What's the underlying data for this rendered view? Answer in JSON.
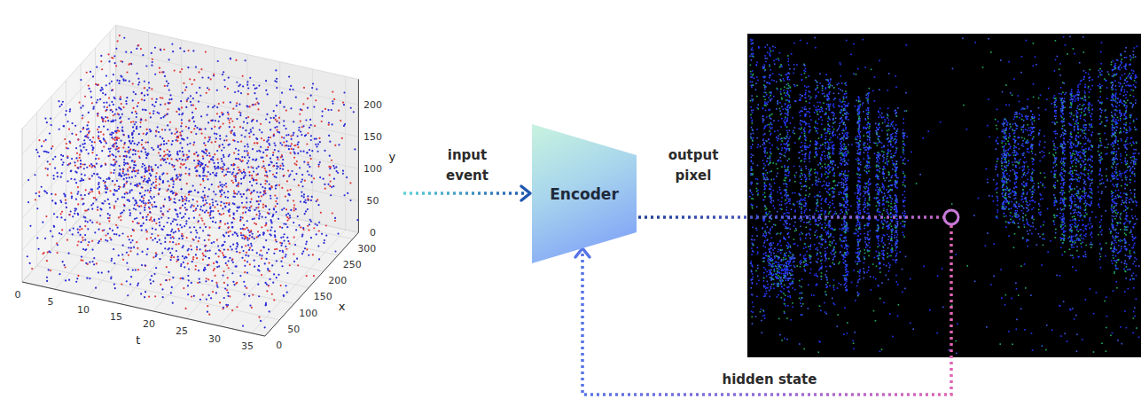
{
  "diagram": {
    "nodes": [
      {
        "text": [
          "Encoder"
        ]
      }
    ],
    "labels": [
      "input event",
      "output pixel",
      "hidden state",
      "t",
      "x",
      "y",
      "0",
      "5",
      "10",
      "15",
      "20",
      "25",
      "30",
      "35",
      "0",
      "50",
      "100",
      "150",
      "200",
      "250",
      "300",
      "0",
      "50",
      "100",
      "150",
      "200"
    ]
  }
}
